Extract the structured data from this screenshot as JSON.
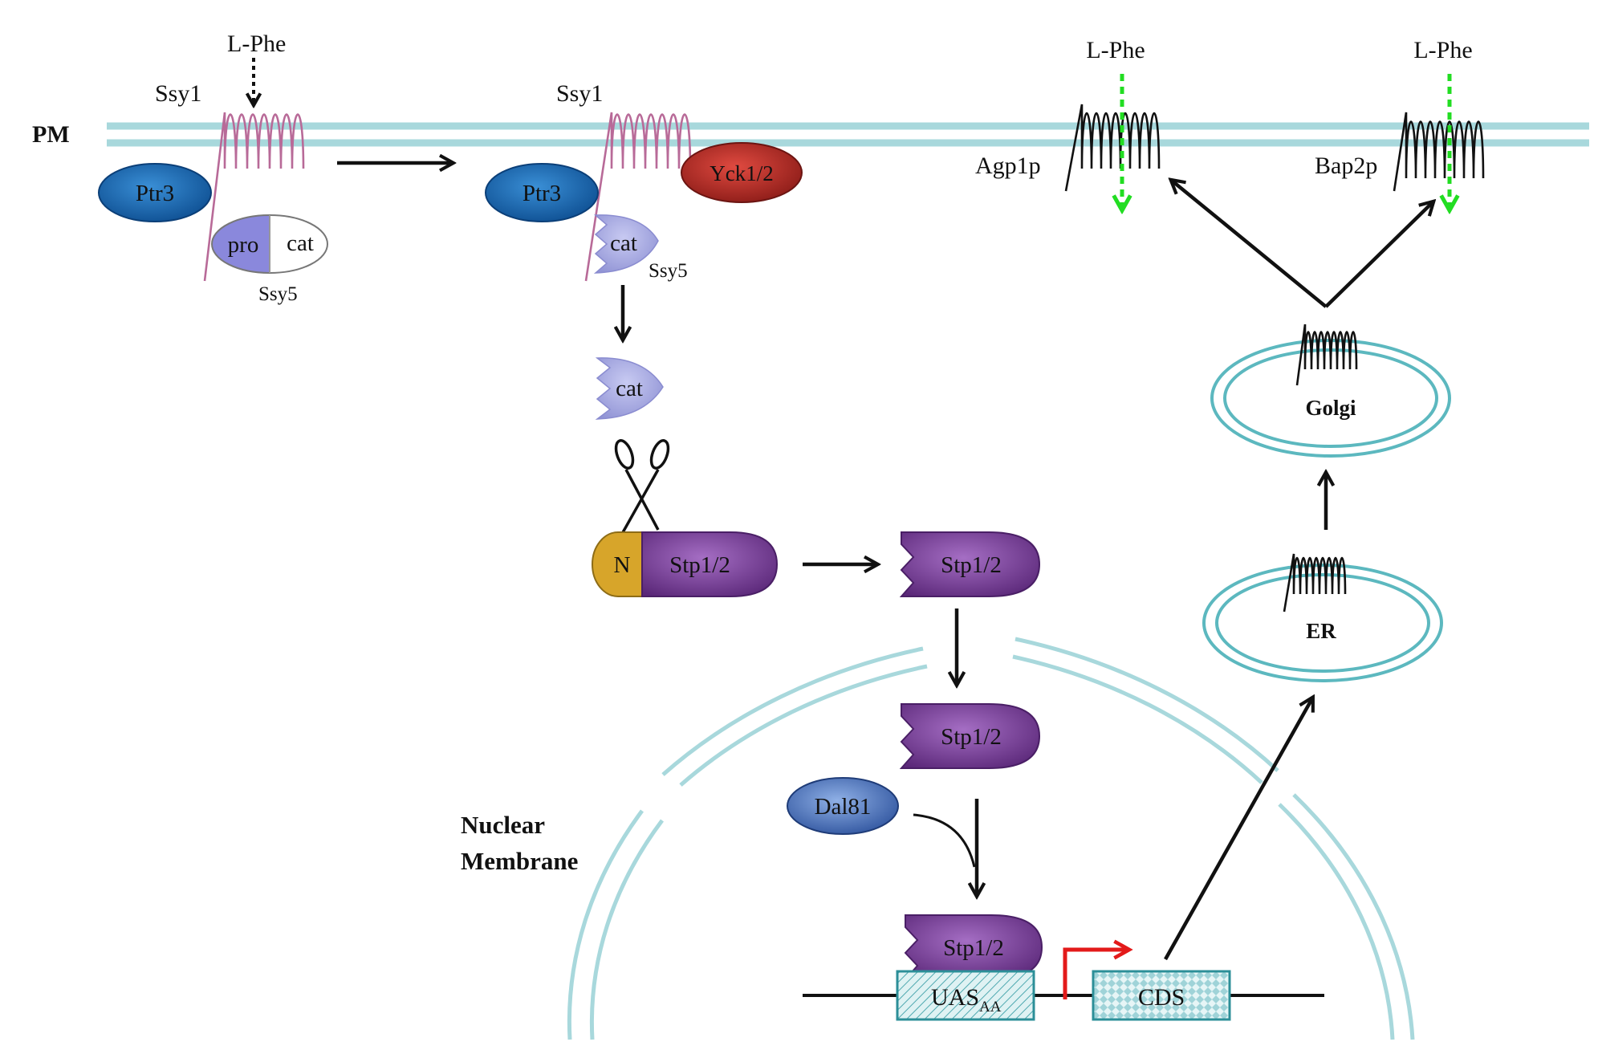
{
  "labels": {
    "pm": "PM",
    "lphe_1": "L-Phe",
    "lphe_2": "L-Phe",
    "lphe_3": "L-Phe",
    "ssy1_a": "Ssy1",
    "ssy1_b": "Ssy1",
    "ptr3_a": "Ptr3",
    "ptr3_b": "Ptr3",
    "pro": "pro",
    "cat_a": "cat",
    "cat_b": "cat",
    "cat_c": "cat",
    "ssy5_a": "Ssy5",
    "ssy5_b": "Ssy5",
    "yck": "Yck1/2",
    "agp1p": "Agp1p",
    "bap2p": "Bap2p",
    "golgi": "Golgi",
    "er": "ER",
    "n_domain": "N",
    "stp_a": "Stp1/2",
    "stp_b": "Stp1/2",
    "stp_c": "Stp1/2",
    "stp_d": "Stp1/2",
    "dal81": "Dal81",
    "nuclear_1": "Nuclear",
    "nuclear_2": "Membrane",
    "uas_main": "UAS",
    "uas_sub": "AA",
    "cds": "CDS"
  },
  "colors": {
    "membrane": "#a8d8dc",
    "ptr3": "#1a6fb8",
    "yck": "#c0302a",
    "pro": "#9a3d2a",
    "cat": "#a6a8e0",
    "stp": "#7a3f9a",
    "n_domain": "#d7a52a",
    "dal81": "#4a74c0",
    "ssy1_loops": "#b86a98",
    "uas_fill": "#bfe3e6",
    "cds_fill": "#d6eef0",
    "promoter_arrow": "#e31a1a",
    "transport_arrow": "#22dd22"
  }
}
